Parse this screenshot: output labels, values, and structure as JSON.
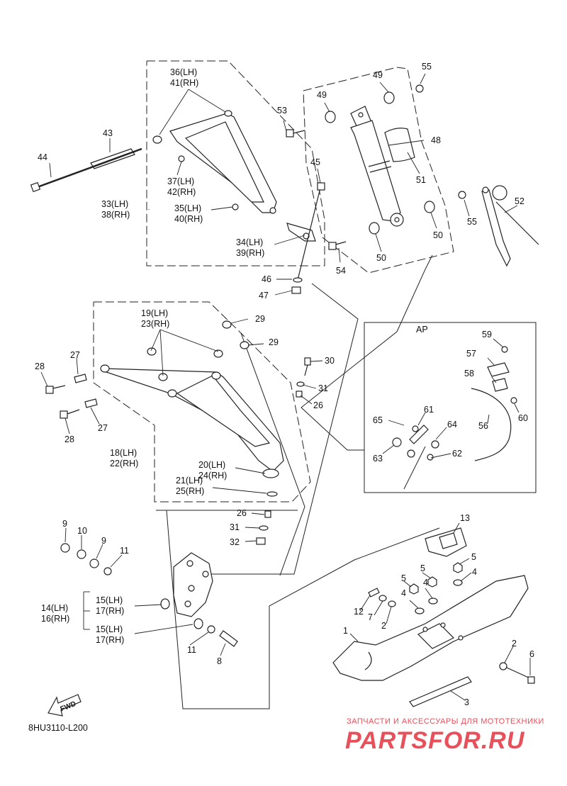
{
  "diagram": {
    "code": "8HU3110-L200",
    "fwd_label": "FWD",
    "ap_label": "AP",
    "labels": {
      "l36": "36(LH)",
      "l41": "41(RH)",
      "l43": "43",
      "l44": "44",
      "l37": "37(LH)",
      "l42": "42(RH)",
      "l33": "33(LH)",
      "l38": "38(RH)",
      "l35": "35(LH)",
      "l40": "40(RH)",
      "l34": "34(LH)",
      "l39": "39(RH)",
      "l45": "45",
      "l46": "46",
      "l47": "47",
      "l53": "53",
      "l49a": "49",
      "l49b": "49",
      "l55a": "55",
      "l55b": "55",
      "l48": "48",
      "l51": "51",
      "l52": "52",
      "l50a": "50",
      "l50b": "50",
      "l54": "54",
      "l19": "19(LH)",
      "l23": "23(RH)",
      "l29a": "29",
      "l29b": "29",
      "l27a": "27",
      "l27b": "27",
      "l28a": "28",
      "l28b": "28",
      "l30": "30",
      "l31a": "31",
      "l26a": "26",
      "l18": "18(LH)",
      "l22": "22(RH)",
      "l20": "20(LH)",
      "l24": "24(RH)",
      "l21": "21(LH)",
      "l25": "25(RH)",
      "l26b": "26",
      "l31b": "31",
      "l32": "32",
      "l59": "59",
      "l57": "57",
      "l58": "58",
      "l60": "60",
      "l56": "56",
      "l61": "61",
      "l65": "65",
      "l64": "64",
      "l63": "63",
      "l62": "62",
      "l9a": "9",
      "l10": "10",
      "l9b": "9",
      "l11a": "11",
      "l14": "14(LH)",
      "l16": "16(RH)",
      "l15a": "15(LH)",
      "l17a": "17(RH)",
      "l15b": "15(LH)",
      "l17b": "17(RH)",
      "l11b": "11",
      "l8": "8",
      "l13": "13",
      "l5a": "5",
      "l4a": "4",
      "l5b": "5",
      "l5c": "5",
      "l4b": "4",
      "l4c": "4",
      "l12": "12",
      "l7": "7",
      "l2a": "2",
      "l1": "1",
      "l2b": "2",
      "l6": "6",
      "l3": "3"
    }
  },
  "watermark": {
    "line1": "ЗАПЧАСТИ И АКСЕССУАРЫ ДЛЯ МОТОТЕХНИКИ",
    "line2": "PARTSFOR.RU",
    "color": "#e8505b"
  }
}
